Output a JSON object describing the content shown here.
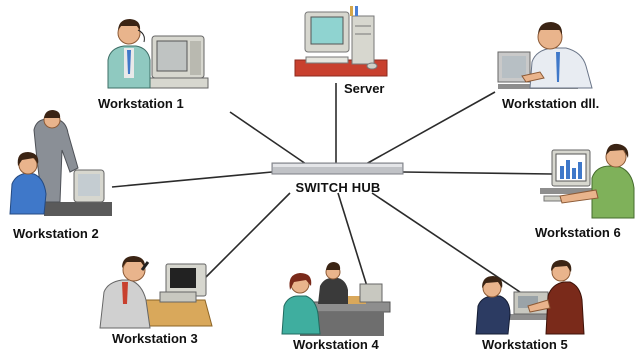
{
  "diagram": {
    "hub": {
      "label": "SWITCH HUB"
    },
    "nodes": [
      {
        "id": "server",
        "label": "Server"
      },
      {
        "id": "ws1",
        "label": "Workstation 1"
      },
      {
        "id": "wsdll",
        "label": "Workstation dll."
      },
      {
        "id": "ws2",
        "label": "Workstation 2"
      },
      {
        "id": "ws6",
        "label": "Workstation 6"
      },
      {
        "id": "ws3",
        "label": "Workstation 3"
      },
      {
        "id": "ws4",
        "label": "Workstation 4"
      },
      {
        "id": "ws5",
        "label": "Workstation 5"
      }
    ]
  },
  "colors": {
    "link": "#2b2b2b",
    "hub": "#c0c2c6",
    "monitor": "#d7d7cf",
    "screen": "#8fd3d0",
    "desk": "#c8402e",
    "shirt_blue": "#3f78c9",
    "suit_gray": "#8a8f96",
    "skin": "#e9b48c",
    "hair": "#3b2414"
  }
}
